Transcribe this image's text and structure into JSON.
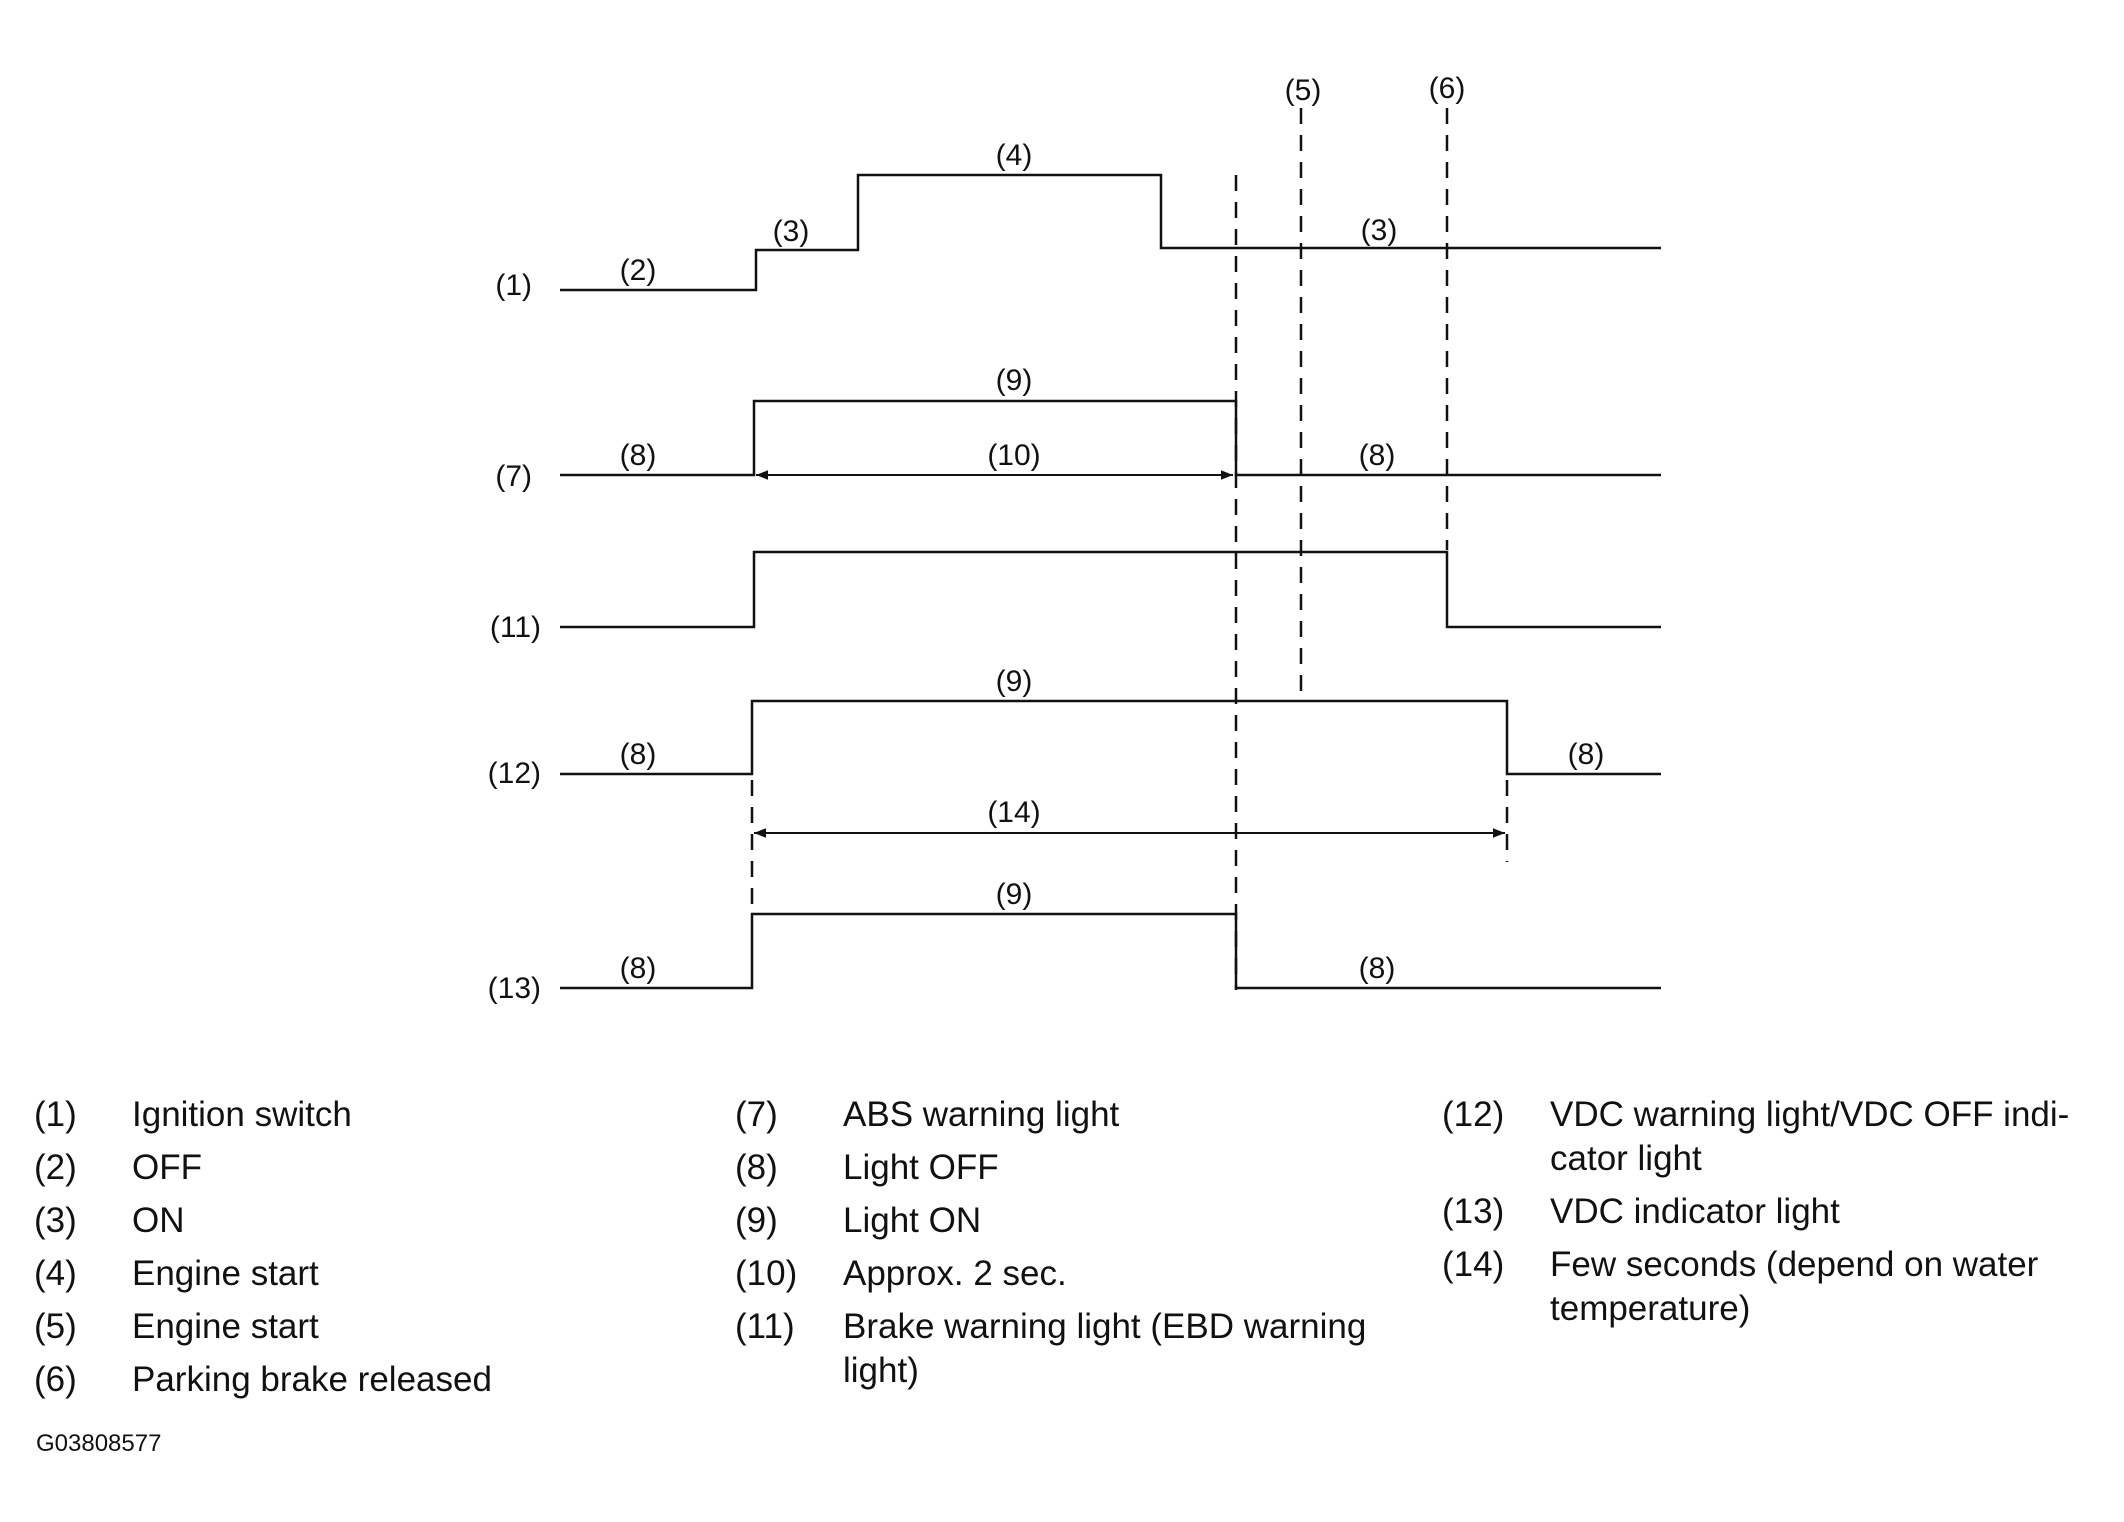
{
  "diagram": {
    "row_labels": {
      "r1": "(1)",
      "r7": "(7)",
      "r11": "(11)",
      "r12": "(12)",
      "r13": "(13)"
    },
    "marker_labels": {
      "m5": "(5)",
      "m6": "(6)"
    },
    "segment_labels": {
      "r1_off": "(2)",
      "r1_on_a": "(3)",
      "r1_start": "(4)",
      "r1_on_b": "(3)",
      "r7_on": "(9)",
      "r7_off_a": "(8)",
      "r7_dur": "(10)",
      "r7_off_b": "(8)",
      "r12_on": "(9)",
      "r12_off_a": "(8)",
      "r12_off_b": "(8)",
      "r12_dur": "(14)",
      "r13_on": "(9)",
      "r13_off_a": "(8)",
      "r13_off_b": "(8)"
    }
  },
  "legend": {
    "col1": [
      {
        "num": "(1)",
        "text": "Ignition switch"
      },
      {
        "num": "(2)",
        "text": "OFF"
      },
      {
        "num": "(3)",
        "text": "ON"
      },
      {
        "num": "(4)",
        "text": "Engine start"
      },
      {
        "num": "(5)",
        "text": "Engine start"
      },
      {
        "num": "(6)",
        "text": "Parking brake released"
      }
    ],
    "col2": [
      {
        "num": "(7)",
        "text": "ABS warning light"
      },
      {
        "num": "(8)",
        "text": "Light OFF"
      },
      {
        "num": "(9)",
        "text": "Light ON"
      },
      {
        "num": "(10)",
        "text": "Approx. 2 sec."
      },
      {
        "num": "(11)",
        "text": "Brake warning light (EBD warning light)"
      }
    ],
    "col3": [
      {
        "num": "(12)",
        "text": "VDC warning light/VDC OFF indi-cator light"
      },
      {
        "num": "(13)",
        "text": "VDC indicator light"
      },
      {
        "num": "(14)",
        "text": "Few seconds (depend on water temperature)"
      }
    ]
  },
  "figure_id": "G03808577"
}
